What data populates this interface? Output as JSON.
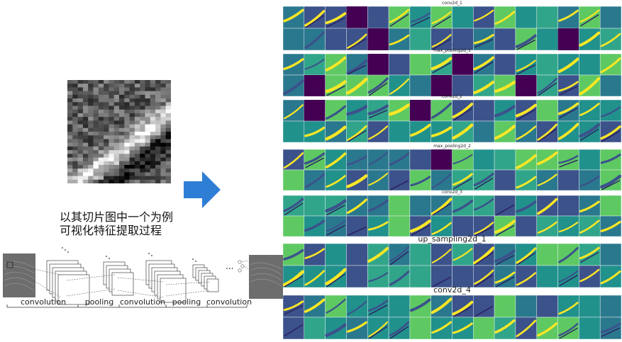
{
  "caption": {
    "line1": "以其切片图中一个为例",
    "line2": "可视化特征提取过程"
  },
  "pipeline_labels": [
    "convolution",
    "pooling",
    "convolution",
    "pooling",
    "convolution"
  ],
  "ellipsis": "...",
  "layers": [
    {
      "label": "conv2d_1"
    },
    {
      "label": "max_pooling2d_1"
    },
    {
      "label": "conv2d_2"
    },
    {
      "label": "max_pooling2d_2"
    },
    {
      "label": "conv2d_3"
    },
    {
      "label": "up_sampling2d_1"
    },
    {
      "label": "conv2d_4"
    }
  ],
  "colors": {
    "arrow": "#2f7ed6",
    "viridis_dark": "#440154",
    "viridis_mid": "#21918c",
    "viridis_teal": "#31a58a",
    "viridis_bright": "#fde725",
    "viridis_green": "#5ec962"
  },
  "icons": {
    "arrow": "right-arrow-icon"
  }
}
